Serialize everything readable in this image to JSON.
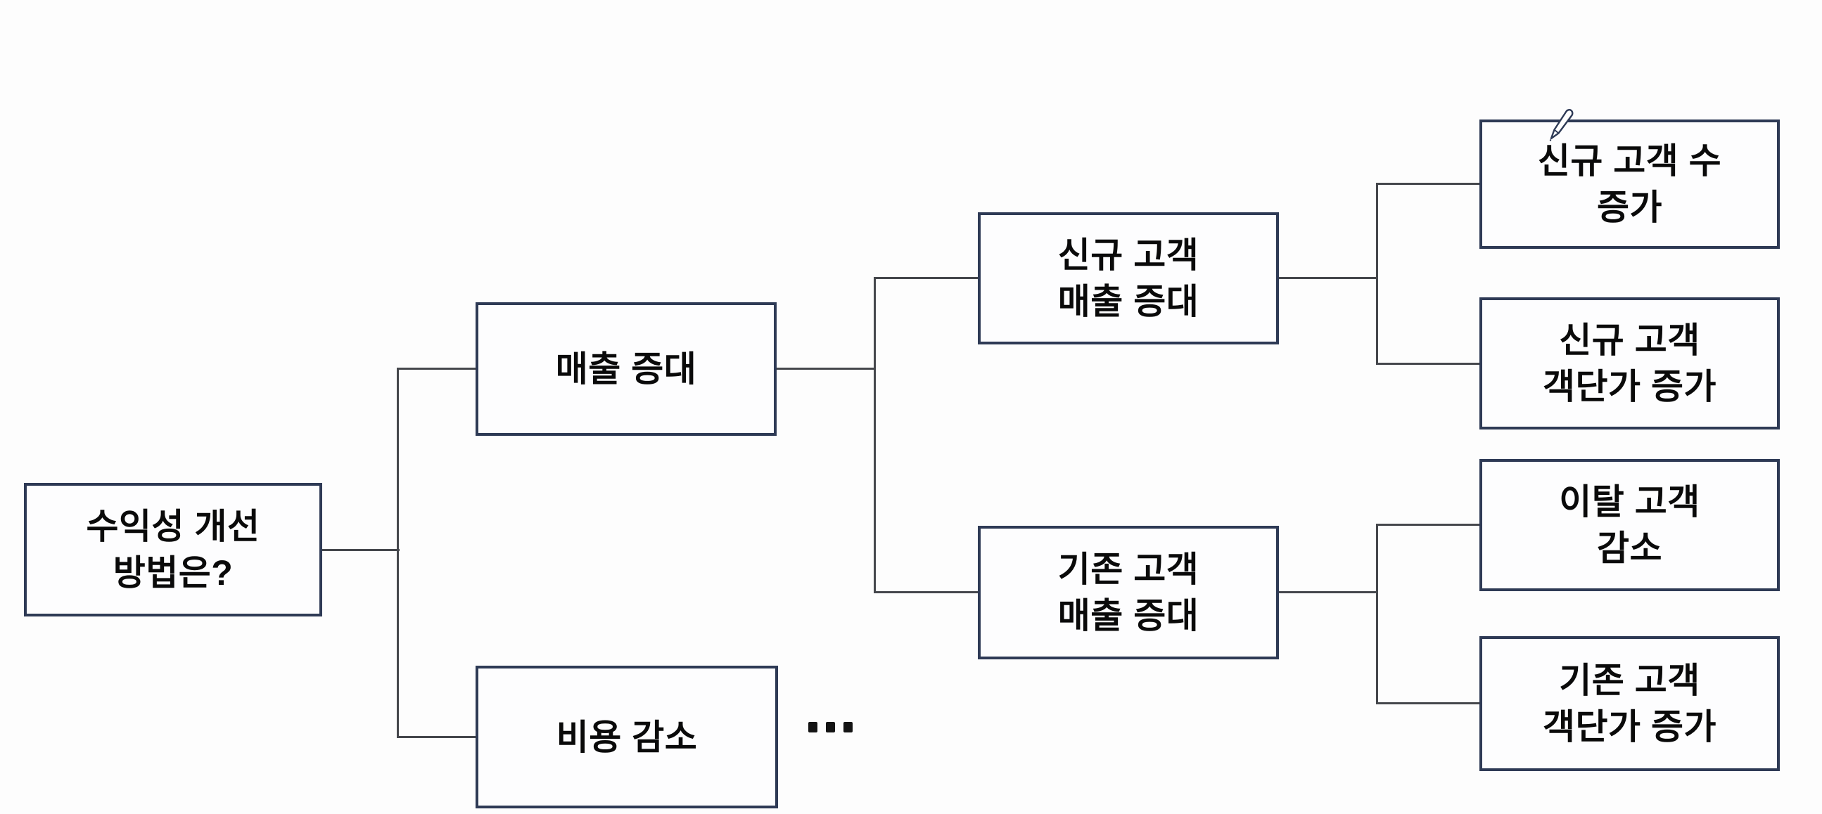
{
  "diagram": {
    "kind": "logic-tree",
    "direction": "left-to-right",
    "nodes": {
      "root": {
        "level": 1,
        "label": "수익성 개선\n방법은?"
      },
      "revenue": {
        "level": 2,
        "parent": "root",
        "label": "매출 증대"
      },
      "cost": {
        "level": 2,
        "parent": "root",
        "label": "비용 감소"
      },
      "new_cust_revenue": {
        "level": 3,
        "parent": "revenue",
        "label": "신규 고객\n매출 증대"
      },
      "exist_cust_revenue": {
        "level": 3,
        "parent": "revenue",
        "label": "기존 고객\n매출 증대"
      },
      "new_cust_count": {
        "level": 4,
        "parent": "new_cust_revenue",
        "label": "신규 고객 수\n증가"
      },
      "new_cust_spend": {
        "level": 4,
        "parent": "new_cust_revenue",
        "label": "신규 고객\n객단가 증가"
      },
      "churn_reduction": {
        "level": 4,
        "parent": "exist_cust_revenue",
        "label": "이탈 고객\n감소"
      },
      "exist_cust_spend": {
        "level": 4,
        "parent": "exist_cust_revenue",
        "label": "기존 고객\n객단가 증가"
      }
    },
    "ellipsis_label": "...",
    "cursor": "pencil",
    "colors": {
      "background": "#fdfdfd",
      "box_border": "#2e3a55",
      "box_fill": "#fdfdfe",
      "connector": "#45474c",
      "text": "#0a0a0a"
    }
  }
}
